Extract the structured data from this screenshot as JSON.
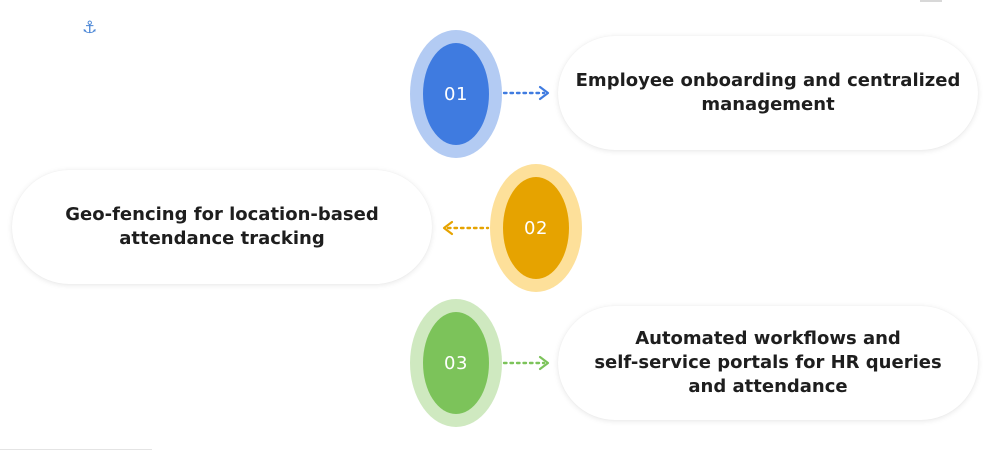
{
  "anchor_icon": "anchor-icon",
  "steps": [
    {
      "number": "01",
      "text": "Employee onboarding and centralized\nmanagement",
      "color": "#3f7be0",
      "halo": "#b3cbf3",
      "direction": "right"
    },
    {
      "number": "02",
      "text": "Geo-fencing for location-based\nattendance tracking",
      "color": "#e6a300",
      "halo": "#fde09a",
      "direction": "left"
    },
    {
      "number": "03",
      "text": "Automated workflows and\nself-service portals for HR queries\nand attendance",
      "color": "#7cc35a",
      "halo": "#cfe9c0",
      "direction": "right"
    }
  ]
}
